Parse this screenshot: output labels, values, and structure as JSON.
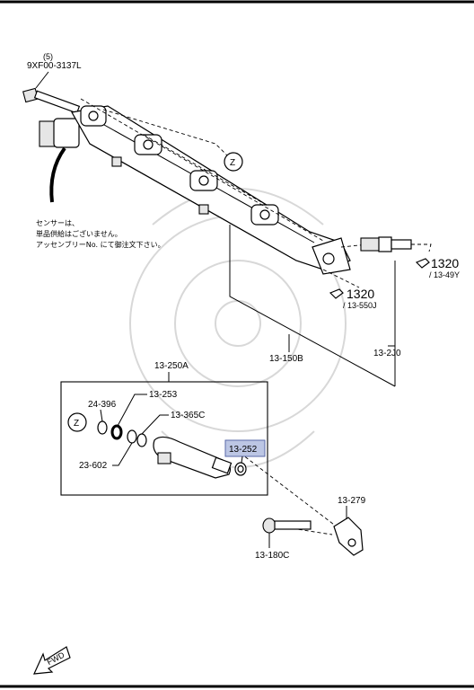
{
  "labels": {
    "bolt_9xf00": "9XF00-3137L",
    "bolt_qty": "(5)",
    "ref_z": "Z",
    "ref_1320_a": "1320",
    "ref_13_49y": "/ 13-49Y",
    "ref_1320_b": "1320",
    "ref_13_550j": "/ 13-550J",
    "fuel_rail": "13-150B",
    "hose": "13-2J0",
    "injector_assy": "13-250A",
    "o_ring_24_396": "24-396",
    "o_ring_13_253": "13-253",
    "o_ring_13_365c": "13-365C",
    "insulator_23_602": "23-602",
    "highlighted_13_252": "13-252",
    "bracket_13_279": "13-279",
    "bolt_13_180c": "13-180C",
    "fwd": "FWD"
  },
  "note": {
    "line1": "センサーは、",
    "line2": "単品供給はございません。",
    "line3": "アッセンブリーNo. にて御注文下さい。"
  },
  "colors": {
    "highlight_fill": "#bcc6e4",
    "highlight_border": "#5a6aa8"
  }
}
